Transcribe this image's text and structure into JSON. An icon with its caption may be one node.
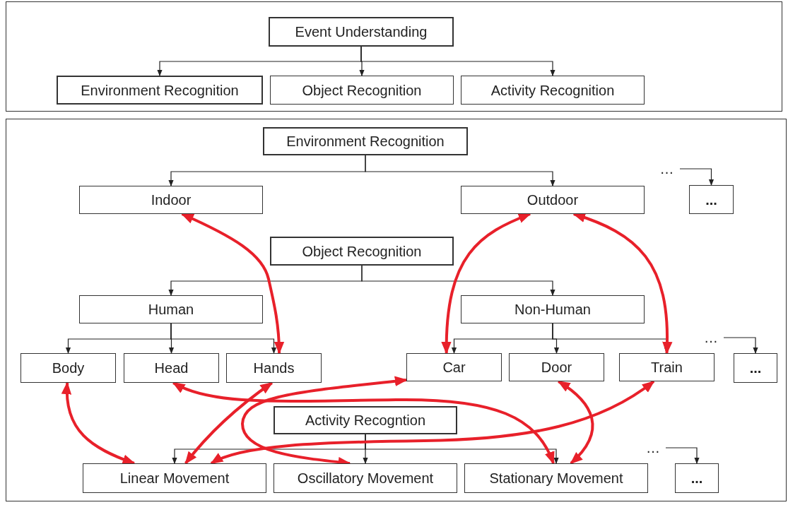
{
  "diagram": {
    "nodes": [
      {
        "text": [],
        "shape": "box"
      },
      {
        "text": [
          "Event Understanding"
        ],
        "in": 0
      },
      {
        "text": [
          "Environment Recognition"
        ],
        "in": 0
      },
      {
        "text": [
          "Object Recognition"
        ],
        "in": 0
      },
      {
        "text": [
          "Activity Recognition"
        ],
        "in": 0
      },
      {
        "text": [],
        "shape": "box"
      },
      {
        "text": [
          "Environment Recognition"
        ],
        "in": 5
      },
      {
        "text": [
          "Indoor"
        ],
        "in": 5
      },
      {
        "text": [
          "Outdoor"
        ],
        "in": 5
      },
      {
        "text": [
          "…"
        ],
        "in": 5
      },
      {
        "text": [
          "..."
        ],
        "in": 5
      },
      {
        "text": [
          "Object Recognition"
        ],
        "in": 5
      },
      {
        "text": [
          "Human"
        ],
        "in": 5
      },
      {
        "text": [
          "Non-Human"
        ],
        "in": 5
      },
      {
        "text": [
          "Body"
        ],
        "in": 5
      },
      {
        "text": [
          "Head"
        ],
        "in": 5
      },
      {
        "text": [
          "Hands"
        ],
        "in": 5
      },
      {
        "text": [
          "Car"
        ],
        "in": 5
      },
      {
        "text": [
          "Door"
        ],
        "in": 5
      },
      {
        "text": [
          "Train"
        ],
        "in": 5
      },
      {
        "text": [
          "…"
        ],
        "in": 5
      },
      {
        "text": [
          "..."
        ],
        "in": 5
      },
      {
        "text": [
          "Activity Recogntion"
        ],
        "in": 5
      },
      {
        "text": [
          "Linear Movement"
        ],
        "in": 5
      },
      {
        "text": [
          "Oscillatory Movement"
        ],
        "in": 5
      },
      {
        "text": [
          "Stationary Movement"
        ],
        "in": 5
      },
      {
        "text": [
          "…"
        ],
        "in": 5
      },
      {
        "text": [
          "..."
        ],
        "in": 5
      }
    ],
    "edges": [
      {
        "from": 1,
        "to": 2,
        "arrow": "to"
      },
      {
        "from": 1,
        "to": 3,
        "arrow": "to"
      },
      {
        "from": 1,
        "to": 4,
        "arrow": "to"
      },
      {
        "from": 6,
        "to": 7,
        "arrow": "to"
      },
      {
        "from": 6,
        "to": 8,
        "arrow": "to"
      },
      {
        "from": 9,
        "to": 10,
        "arrow": "to"
      },
      {
        "from": 11,
        "to": 12,
        "arrow": "to"
      },
      {
        "from": 11,
        "to": 13,
        "arrow": "to"
      },
      {
        "from": 12,
        "to": 14,
        "arrow": "to"
      },
      {
        "from": 12,
        "to": 15,
        "arrow": "to"
      },
      {
        "from": 12,
        "to": 16,
        "arrow": "to"
      },
      {
        "from": 13,
        "to": 17,
        "arrow": "to"
      },
      {
        "from": 13,
        "to": 18,
        "arrow": "to"
      },
      {
        "from": 13,
        "to": 19,
        "arrow": "to"
      },
      {
        "from": 20,
        "to": 21,
        "arrow": "to"
      },
      {
        "from": 22,
        "to": 23,
        "arrow": "to"
      },
      {
        "from": 22,
        "to": 24,
        "arrow": "to"
      },
      {
        "from": 22,
        "to": 25,
        "arrow": "to"
      },
      {
        "from": 26,
        "to": 27,
        "arrow": "to"
      },
      {
        "from": 7,
        "to": 16,
        "arrow": "both",
        "style": "thick",
        "color": "#e8202a"
      },
      {
        "from": 8,
        "to": 17,
        "arrow": "both",
        "style": "thick",
        "color": "#e8202a"
      },
      {
        "from": 8,
        "to": 19,
        "arrow": "both",
        "style": "thick",
        "color": "#e8202a"
      },
      {
        "from": 14,
        "to": 23,
        "arrow": "both",
        "style": "thick",
        "color": "#e8202a"
      },
      {
        "from": 15,
        "to": 25,
        "arrow": "both",
        "style": "thick",
        "color": "#e8202a"
      },
      {
        "from": 16,
        "to": 23,
        "arrow": "both",
        "style": "thick",
        "color": "#e8202a"
      },
      {
        "from": 17,
        "to": 24,
        "arrow": "both",
        "style": "thick",
        "color": "#e8202a"
      },
      {
        "from": 18,
        "to": 25,
        "arrow": "both",
        "style": "thick",
        "color": "#e8202a"
      },
      {
        "from": 19,
        "to": 23,
        "arrow": "both",
        "style": "thick",
        "color": "#e8202a"
      }
    ]
  }
}
